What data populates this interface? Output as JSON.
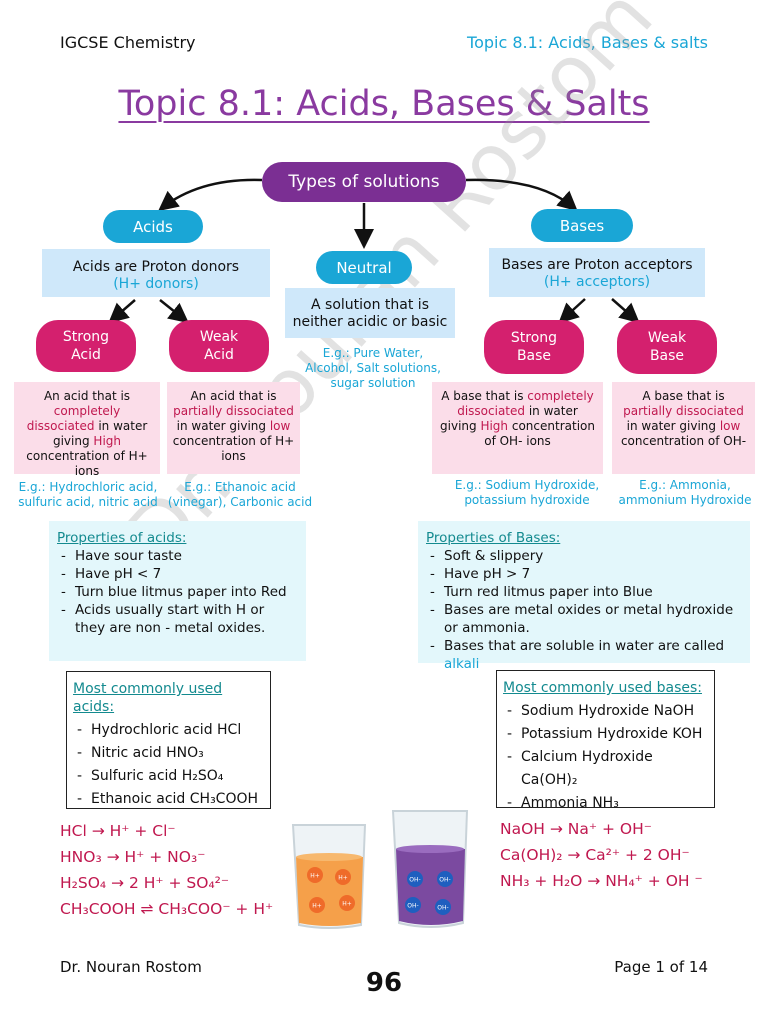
{
  "header": {
    "left": "IGCSE Chemistry",
    "right": "Topic 8.1: Acids, Bases & salts"
  },
  "title": "Topic 8.1: Acids, Bases & Salts",
  "root": "Types of solutions",
  "acids": {
    "label": "Acids",
    "definition": "Acids are Proton donors",
    "definition_sub": "(H+ donors)",
    "strong": {
      "label_1": "Strong",
      "label_2": "Acid",
      "desc": [
        {
          "t": "An acid that is ",
          "c": "k"
        },
        {
          "t": "completely dissociated",
          "c": "r"
        },
        {
          "t": " in water giving ",
          "c": "k"
        },
        {
          "t": "High",
          "c": "r"
        },
        {
          "t": " concentration of H+ ions",
          "c": "k"
        }
      ],
      "example": "E.g.: Hydrochloric acid, sulfuric acid, nitric acid"
    },
    "weak": {
      "label_1": "Weak",
      "label_2": "Acid",
      "desc": [
        {
          "t": "An acid that is ",
          "c": "k"
        },
        {
          "t": "partially dissociated",
          "c": "r"
        },
        {
          "t": " in water giving ",
          "c": "k"
        },
        {
          "t": "low",
          "c": "r"
        },
        {
          "t": " concentration of H+ ions",
          "c": "k"
        }
      ],
      "example": "E.g.: Ethanoic acid (vinegar), Carbonic acid"
    },
    "properties_title": "Properties of acids:",
    "properties": [
      "Have sour taste",
      "Have pH < 7",
      "Turn blue litmus paper into Red",
      "Acids usually start with H or they are non - metal oxides."
    ],
    "common_title": "Most commonly used acids:",
    "common": [
      "Hydrochloric acid HCl",
      "Nitric acid HNO₃",
      "Sulfuric acid H₂SO₄",
      "Ethanoic acid CH₃COOH"
    ],
    "equations": [
      "HCl →    H⁺ + Cl⁻",
      "HNO₃ →    H⁺ + NO₃⁻",
      "H₂SO₄ →    2 H⁺ + SO₄²⁻",
      "CH₃COOH ⇌ CH₃COO⁻ + H⁺"
    ]
  },
  "neutral": {
    "label": "Neutral",
    "definition": "A solution that is neither acidic or basic",
    "example": "E.g.: Pure Water, Alcohol, Salt solutions, sugar solution"
  },
  "bases": {
    "label": "Bases",
    "definition": "Bases are Proton acceptors",
    "definition_sub": "(H+ acceptors)",
    "strong": {
      "label_1": "Strong",
      "label_2": "Base",
      "desc": [
        {
          "t": "A base that is ",
          "c": "k"
        },
        {
          "t": "completely dissociated",
          "c": "r"
        },
        {
          "t": " in water giving ",
          "c": "k"
        },
        {
          "t": "High",
          "c": "r"
        },
        {
          "t": " concentration of OH- ions",
          "c": "k"
        }
      ],
      "example": "E.g.: Sodium Hydroxide, potassium hydroxide"
    },
    "weak": {
      "label_1": "Weak",
      "label_2": "Base",
      "desc": [
        {
          "t": "A base that is ",
          "c": "k"
        },
        {
          "t": "partially dissociated",
          "c": "r"
        },
        {
          "t": " in water giving ",
          "c": "k"
        },
        {
          "t": "low",
          "c": "r"
        },
        {
          "t": " concentration of OH-",
          "c": "k"
        }
      ],
      "example": "E.g.: Ammonia, ammonium Hydroxide"
    },
    "properties_title": "Properties of Bases:",
    "properties": [
      "Soft & slippery",
      "Have pH > 7",
      "Turn red litmus paper into Blue",
      "Bases are metal oxides or metal hydroxide or ammonia."
    ],
    "properties_last_prefix": "Bases that are soluble in water are called ",
    "properties_last_highlight": "alkali",
    "common_title": "Most commonly used bases:",
    "common": [
      "Sodium Hydroxide NaOH",
      "Potassium Hydroxide KOH",
      "Calcium Hydroxide Ca(OH)₂",
      " Ammonia NH₃"
    ],
    "equations": [
      "NaOH →    Na⁺ + OH⁻",
      "Ca(OH)₂ →    Ca²⁺ + 2 OH⁻",
      "NH₃ + H₂O → NH₄⁺ + OH ⁻"
    ]
  },
  "beakers": {
    "acid_ions": [
      "H+",
      "H+",
      "H+",
      "H+"
    ],
    "base_ions": [
      "OH-",
      "OH-",
      "OH-",
      "OH-"
    ],
    "acid_color": "#f5a04a",
    "base_color": "#7b4aa0"
  },
  "watermark": "Dr. Nouran Rostom",
  "footer": {
    "author": "Dr. Nouran Rostom",
    "page_number": "96",
    "page_of": "Page 1 of 14"
  }
}
